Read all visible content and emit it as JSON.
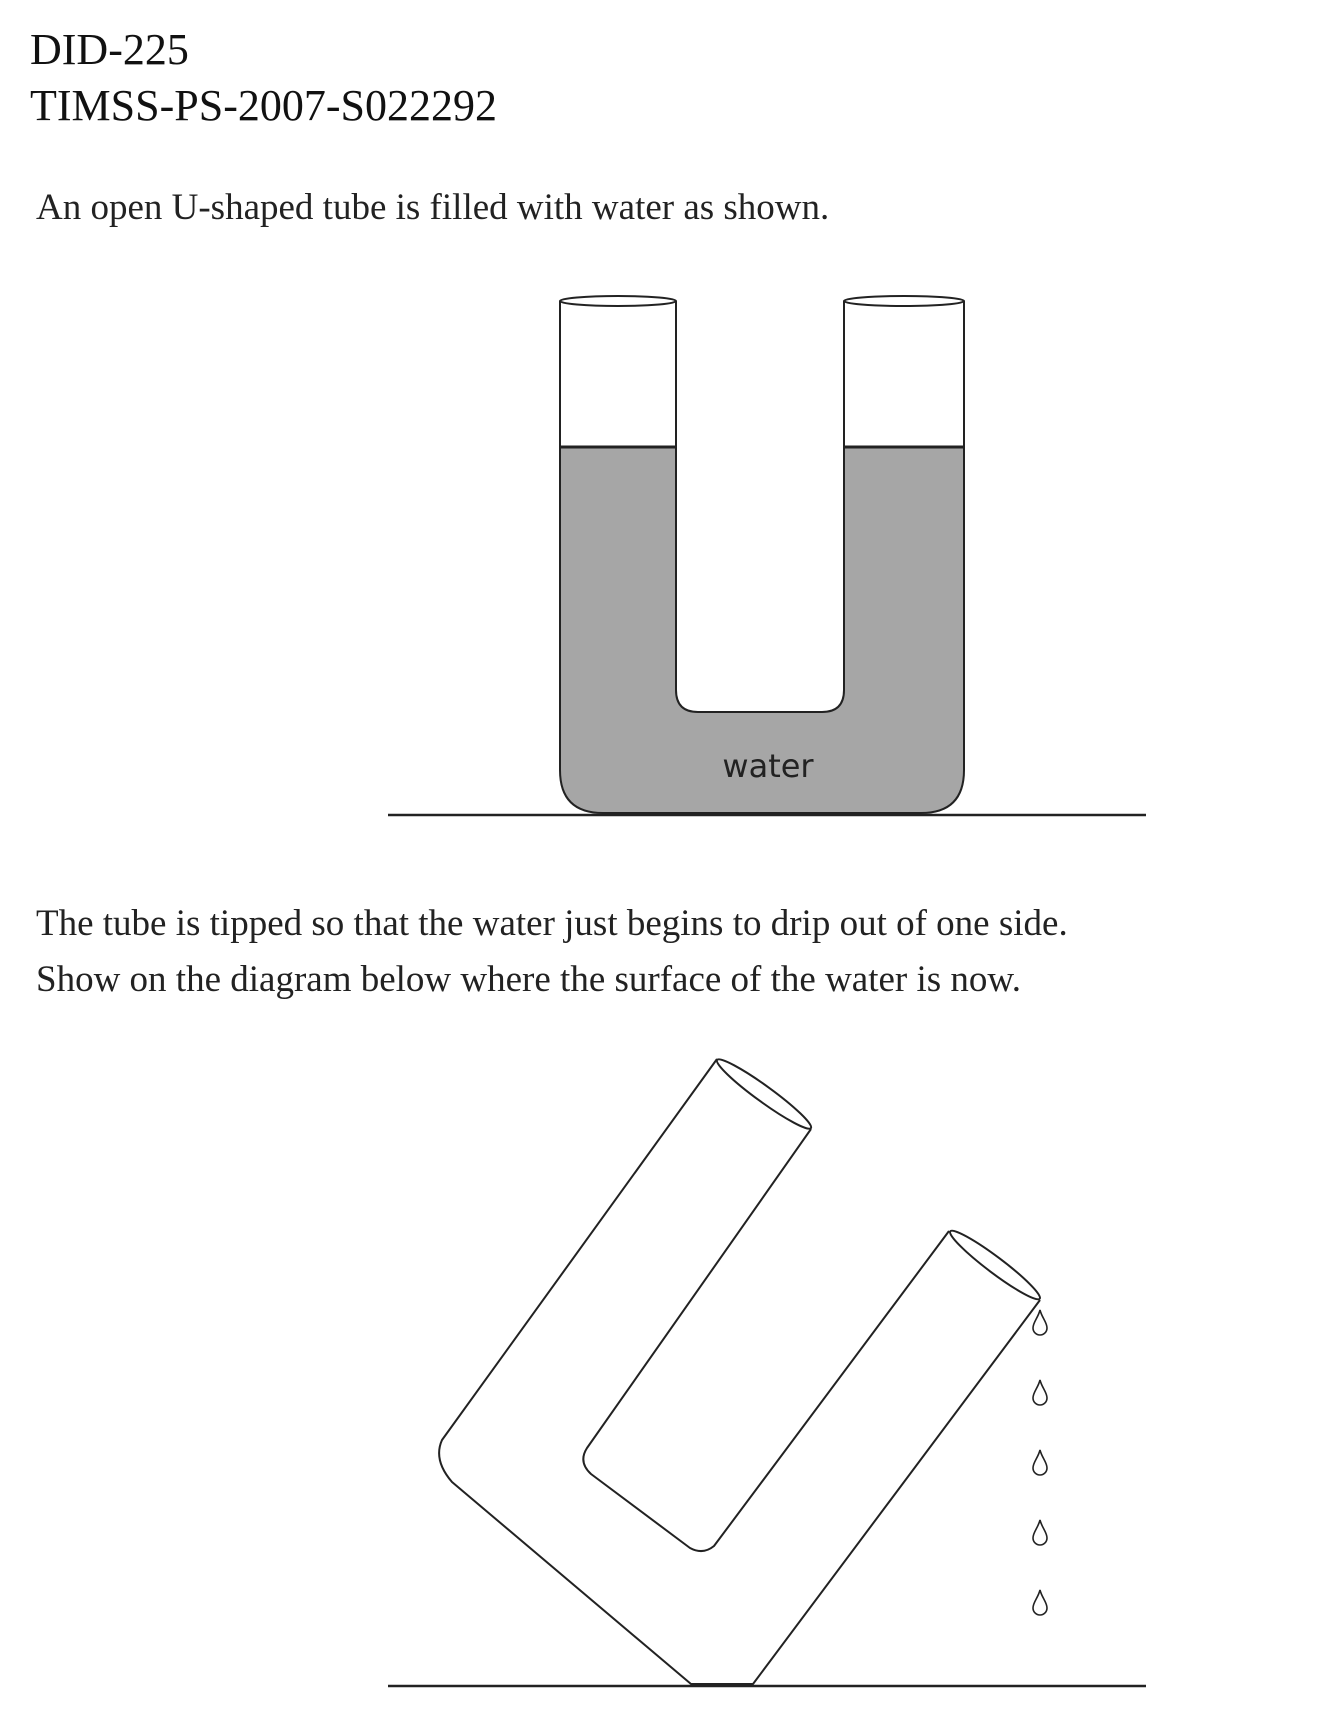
{
  "header": {
    "line1": "DID-225",
    "line2": "TIMSS-PS-2007-S022292"
  },
  "question": {
    "intro": "An open U-shaped tube is filled with water as shown.",
    "instruction_line1": "The tube is tipped so that the water just begins to drip out of one side.",
    "instruction_line2": "Show on the diagram below where the surface of the water is now."
  },
  "figure1": {
    "water_label": "water",
    "water_color": "#a6a6a6"
  },
  "figure2": {
    "drop_count": 5
  }
}
